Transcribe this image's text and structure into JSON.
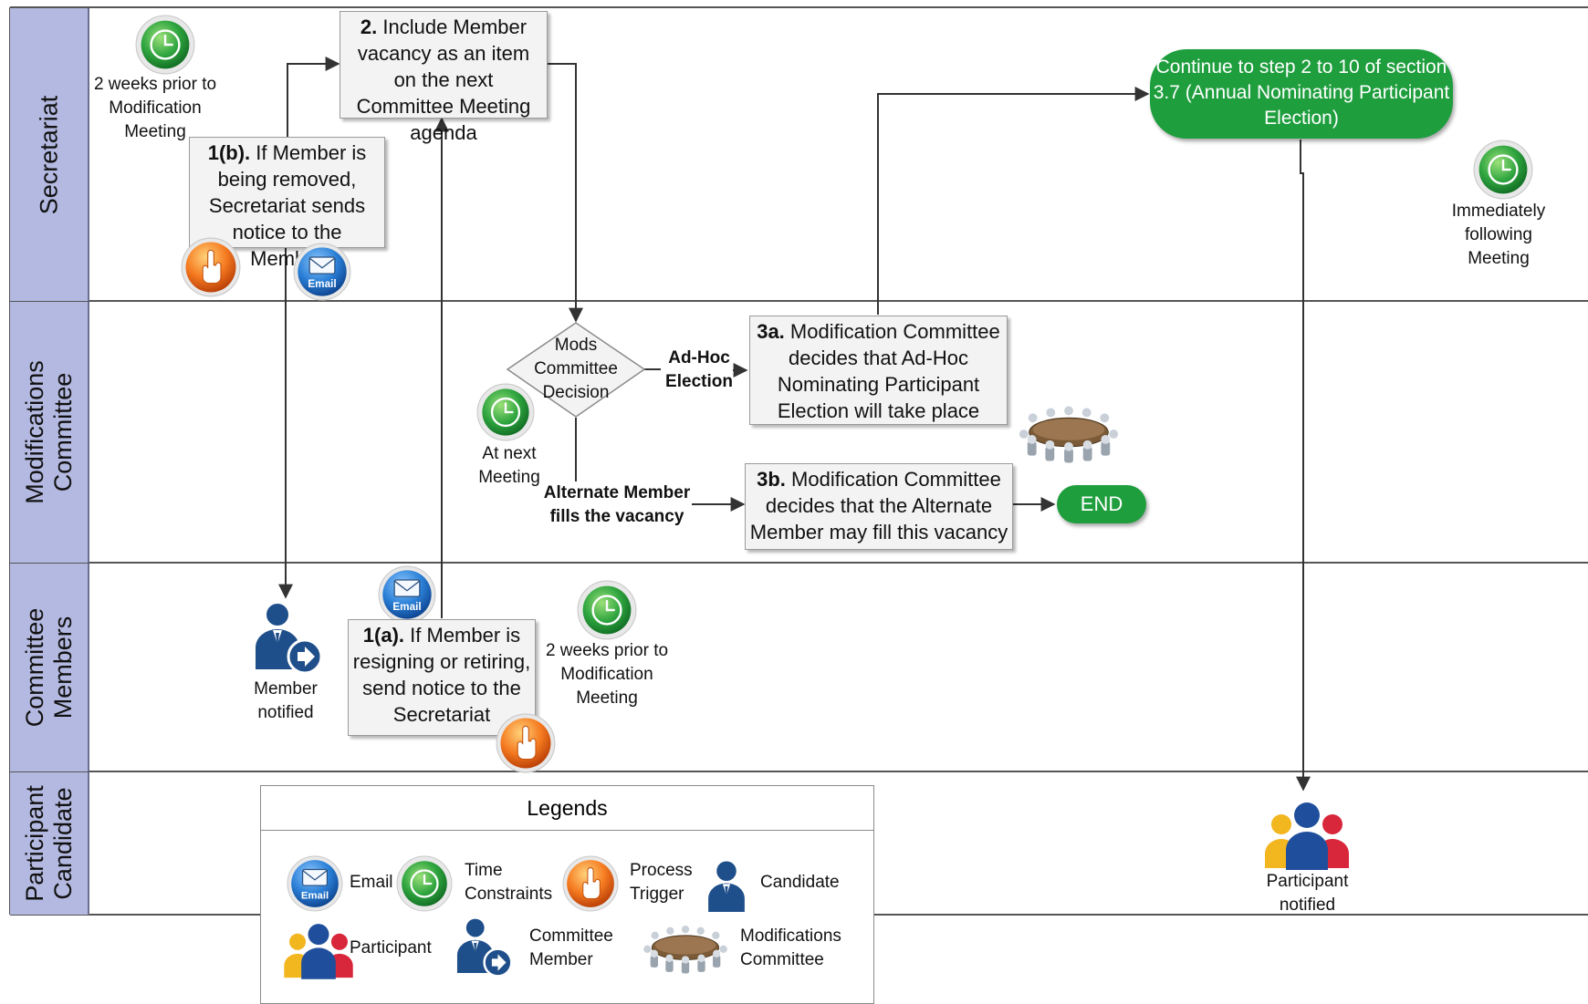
{
  "lanes": {
    "secretariat": "Secretariat",
    "modifications_committee": "Modifications Committee",
    "committee_members": "Committee Members",
    "participant_candidate": "Participant Candidate"
  },
  "time_labels": {
    "secretariat_prior": "2 weeks prior to Modification Meeting",
    "immediately_following": "Immediately following Meeting",
    "at_next_meeting": "At next Meeting",
    "members_prior": "2 weeks prior to Modification Meeting"
  },
  "steps": {
    "step2": {
      "number": "2.",
      "text": "Include Member vacancy as an item on the next Committee Meeting agenda"
    },
    "step1b": {
      "number": "1(b).",
      "text": "If Member is being removed, Secretariat sends notice to the Member"
    },
    "step1a": {
      "number": "1(a).",
      "text": "If Member is resigning or retiring, send notice to the Secretariat"
    },
    "step3a": {
      "number": "3a.",
      "text": "Modification Committee decides that Ad-Hoc Nominating Participant Election will take place"
    },
    "step3b": {
      "number": "3b.",
      "text": "Modification Committee decides that the Alternate Member may fill this vacancy"
    }
  },
  "continue_box": "Continue to step 2 to 10 of section 3.7 (Annual Nominating Participant Election)",
  "decision": "Mods Committee Decision",
  "edge_labels": {
    "adhoc": "Ad-Hoc Election",
    "alternate": "Alternate Member fills the vacancy"
  },
  "end_label": "END",
  "member_notified": "Member notified",
  "participant_notified": "Participant notified",
  "email_badge": "Email",
  "legend": {
    "title": "Legends",
    "email": "Email",
    "time": "Time Constraints",
    "process": "Process Trigger",
    "candidate": "Candidate",
    "participant": "Participant",
    "committee_member": "Committee Member",
    "modifications_committee": "Modifications Committee"
  },
  "colors": {
    "lane_label_bg": "#b4b9e1",
    "clock_green": "#27a13b",
    "email_blue": "#1f6fc9",
    "trigger_orange": "#f26b1d",
    "pill_green": "#1f9e3e",
    "person_navy": "#1f4f8a"
  },
  "icons": {
    "clock": "clock-icon",
    "email": "email-icon",
    "trigger": "hand-pointer-icon",
    "member": "committee-member-icon",
    "candidate": "candidate-icon",
    "participants": "participants-group-icon",
    "committee": "boardroom-meeting-icon"
  }
}
